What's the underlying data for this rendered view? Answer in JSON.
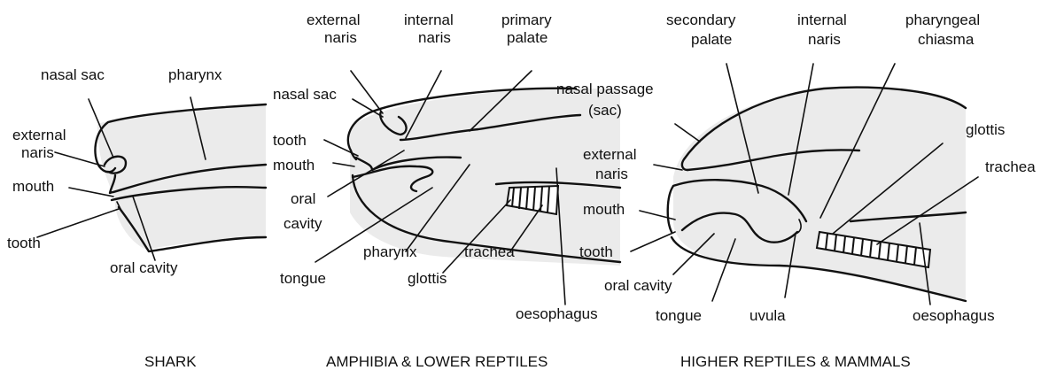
{
  "shark": {
    "caption": "SHARK",
    "labels": {
      "nasal_sac": "nasal sac",
      "pharynx": "pharynx",
      "external_naris_1": "external",
      "external_naris_2": "naris",
      "mouth": "mouth",
      "tooth": "tooth",
      "oral_cavity": "oral cavity"
    }
  },
  "amphibia": {
    "caption": "AMPHIBIA & LOWER REPTILES",
    "labels": {
      "external_naris_1": "external",
      "external_naris_2": "naris",
      "internal_naris_1": "internal",
      "internal_naris_2": "naris",
      "primary_palate_1": "primary",
      "primary_palate_2": "palate",
      "nasal_sac": "nasal sac",
      "tooth": "tooth",
      "mouth": "mouth",
      "oral_cavity_1": "oral",
      "oral_cavity_2": "cavity",
      "tongue": "tongue",
      "pharynx": "pharynx",
      "glottis": "glottis",
      "trachea": "trachea",
      "oesophagus": "oesophagus"
    }
  },
  "mammals": {
    "caption": "HIGHER REPTILES & MAMMALS",
    "labels": {
      "secondary_palate_1": "secondary",
      "secondary_palate_2": "palate",
      "internal_naris_1": "internal",
      "internal_naris_2": "naris",
      "pharyngeal_chiasma_1": "pharyngeal",
      "pharyngeal_chiasma_2": "chiasma",
      "nasal_passage_1": "nasal passage",
      "nasal_passage_2": "(sac)",
      "glottis": "glottis",
      "trachea": "trachea",
      "external_naris_1": "external",
      "external_naris_2": "naris",
      "mouth": "mouth",
      "tooth": "tooth",
      "oral_cavity": "oral cavity",
      "tongue": "tongue",
      "uvula": "uvula",
      "oesophagus": "oesophagus"
    }
  }
}
